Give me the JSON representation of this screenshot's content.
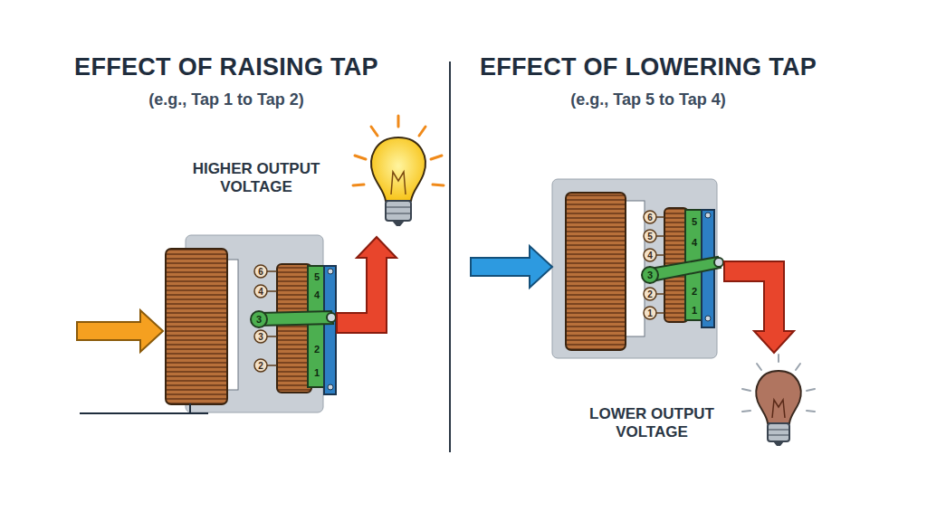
{
  "diagram": {
    "labels": [
      "EFFECT OF RAISING TAP",
      "(e.g., Tap 1 to Tap 2)",
      "HIGHER OUTPUT VOLTAGE",
      "6",
      "4",
      "3",
      "3",
      "2",
      "5",
      "4",
      "2",
      "1",
      "EFFECT OF LOWERING TAP",
      "(e.g., Tap 5 to Tap 4)",
      "6",
      "5",
      "4",
      "3",
      "2",
      "1",
      "5",
      "4",
      "2",
      "1",
      "LOWER OUTPUT VOLTAGE"
    ]
  }
}
